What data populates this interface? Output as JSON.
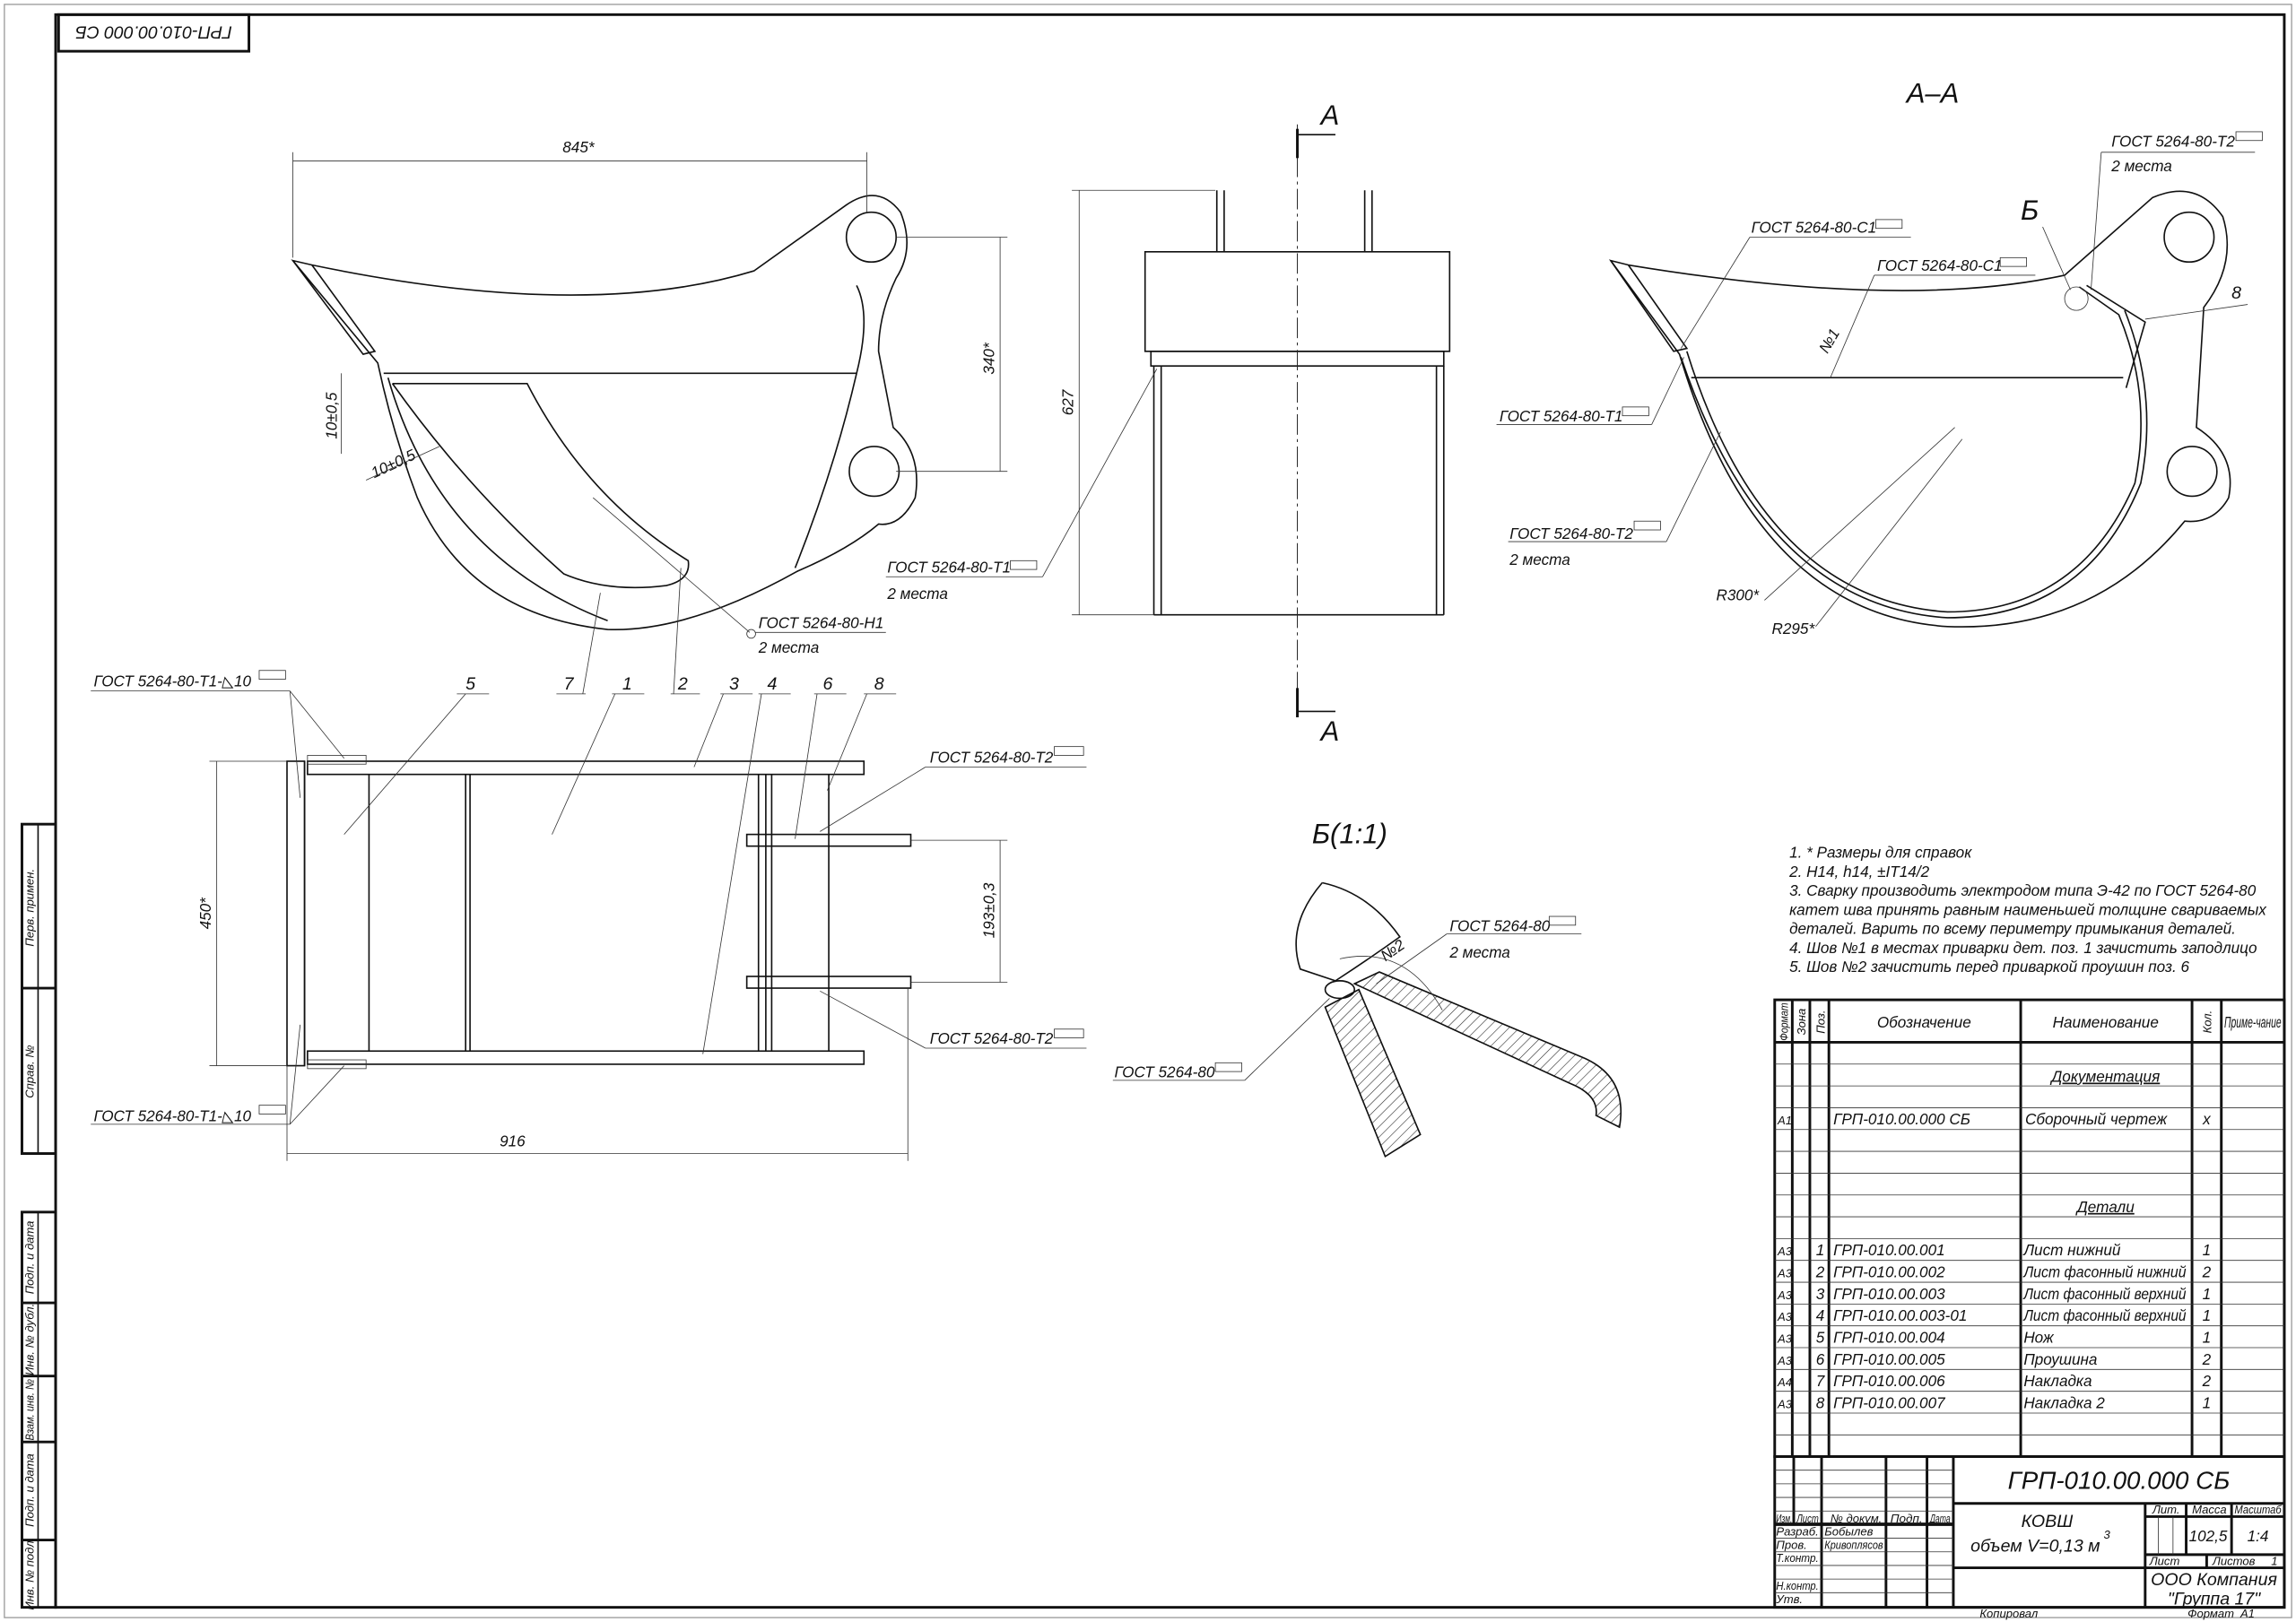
{
  "stamp": "ГРП-010.00.000 СБ",
  "side_strip": {
    "perv_primen": "Перв. примен.",
    "sprav_no": "Справ. №",
    "podp_data_1": "Подп. и дата",
    "inv_dubl": "Инв. № дубл.",
    "vzam_inv": "Взам. инв. №",
    "podp_data_2": "Подп. и дата",
    "inv_podl": "Инв. № подл."
  },
  "front_view": {
    "dim_width": "845*",
    "dim_height": "340*",
    "dim_a": "10±0,5",
    "dim_b": "10±0,5",
    "weld_h1": "ГОСТ 5264-80-Н1",
    "weld_h1_note": "2 места"
  },
  "side_view": {
    "dim_height": "627",
    "weld_t1": "ГОСТ 5264-80-Т1",
    "weld_t1_note": "2 места",
    "section_mark_top": "А",
    "section_mark_bottom": "А"
  },
  "section_aa": {
    "title": "А–А",
    "weld_t2_top": "ГОСТ 5264-80-Т2",
    "weld_t2_top_note": "2 места",
    "weld_c1_a": "ГОСТ 5264-80-С1",
    "weld_c1_b": "ГОСТ 5264-80-С1",
    "weld_t1": "ГОСТ 5264-80-Т1",
    "weld_t2": "ГОСТ 5264-80-Т2",
    "weld_t2_note": "2 места",
    "seam_no1": "№1",
    "detail_mark": "Б",
    "pos_8": "8",
    "r300": "R300*",
    "r295": "R295*"
  },
  "detail_b": {
    "title": "Б(1:1)",
    "weld_a": "ГОСТ 5264-80",
    "weld_a_note": "2 места",
    "weld_b": "ГОСТ 5264-80",
    "seam_no2": "№2"
  },
  "plan_view": {
    "positions": [
      "5",
      "7",
      "1",
      "2",
      "3",
      "4",
      "6",
      "8"
    ],
    "weld_t1_top": "ГОСТ 5264-80-Т1-◺10",
    "weld_t1_bottom": "ГОСТ 5264-80-Т1-◺10",
    "weld_t2_top": "ГОСТ 5264-80-Т2",
    "weld_t2_bottom": "ГОСТ 5264-80-Т2",
    "dim_height": "450*",
    "dim_lugs": "193±0,3",
    "dim_length": "916"
  },
  "notes": [
    "1. * Размеры для справок",
    "2. H14, h14, ±IT14/2",
    "3. Сварку производить электродом типа Э-42 по ГОСТ 5264-80",
    "катет шва принять равным наименьшей толщине свариваемых",
    "деталей. Варить по всему периметру примыкания деталей.",
    "4. Шов №1 в местах приварки дет. поз. 1 зачистить заподлицо",
    "5. Шов №2 зачистить перед приваркой проушин поз. 6"
  ],
  "spec": {
    "headers": {
      "format": "Формат",
      "zone": "Зона",
      "pos": "Поз.",
      "designation": "Обозначение",
      "name": "Наименование",
      "qty": "Кол.",
      "note": "Приме-чание"
    },
    "section_docs": "Документация",
    "doc_row": {
      "format": "А1",
      "designation": "ГРП-010.00.000 СБ",
      "name": "Сборочный чертеж",
      "qty": "х"
    },
    "section_parts": "Детали",
    "items": [
      {
        "format": "А3",
        "pos": "1",
        "designation": "ГРП-010.00.001",
        "name": "Лист нижний",
        "qty": "1"
      },
      {
        "format": "А3",
        "pos": "2",
        "designation": "ГРП-010.00.002",
        "name": "Лист фасонный нижний",
        "qty": "2"
      },
      {
        "format": "А3",
        "pos": "3",
        "designation": "ГРП-010.00.003",
        "name": "Лист фасонный верхний",
        "qty": "1"
      },
      {
        "format": "А3",
        "pos": "4",
        "designation": "ГРП-010.00.003-01",
        "name": "Лист фасонный верхний",
        "qty": "1"
      },
      {
        "format": "А3",
        "pos": "5",
        "designation": "ГРП-010.00.004",
        "name": "Нож",
        "qty": "1"
      },
      {
        "format": "А3",
        "pos": "6",
        "designation": "ГРП-010.00.005",
        "name": "Проушина",
        "qty": "2"
      },
      {
        "format": "А4",
        "pos": "7",
        "designation": "ГРП-010.00.006",
        "name": "Накладка",
        "qty": "2"
      },
      {
        "format": "А3",
        "pos": "8",
        "designation": "ГРП-010.00.007",
        "name": "Накладка 2",
        "qty": "1"
      }
    ]
  },
  "title_block": {
    "designation": "ГРП-010.00.000 СБ",
    "product_name": "КОВШ",
    "product_volume": "объем V=0,13 м",
    "volume_exp": "3",
    "lit_label": "Лит.",
    "mass_label": "Масса",
    "scale_label": "Масштаб",
    "mass": "102,5",
    "scale": "1:4",
    "sheet_label": "Лист",
    "sheets_label": "Листов",
    "sheets": "1",
    "company_line1": "ООО Компания",
    "company_line2": "\"Группа 17\"",
    "col_izm": "Изм.",
    "col_list": "Лист",
    "col_doc": "№ докум.",
    "col_sign": "Подп.",
    "col_date": "Дата",
    "razrab_label": "Разраб.",
    "razrab": "Бобылев",
    "prov_label": "Пров.",
    "prov": "Кривоплясов",
    "tkontr_label": "Т.контр.",
    "nkontr_label": "Н.контр.",
    "utv_label": "Утв.",
    "copied": "Копировал",
    "format_label": "Формат",
    "format": "А1"
  }
}
